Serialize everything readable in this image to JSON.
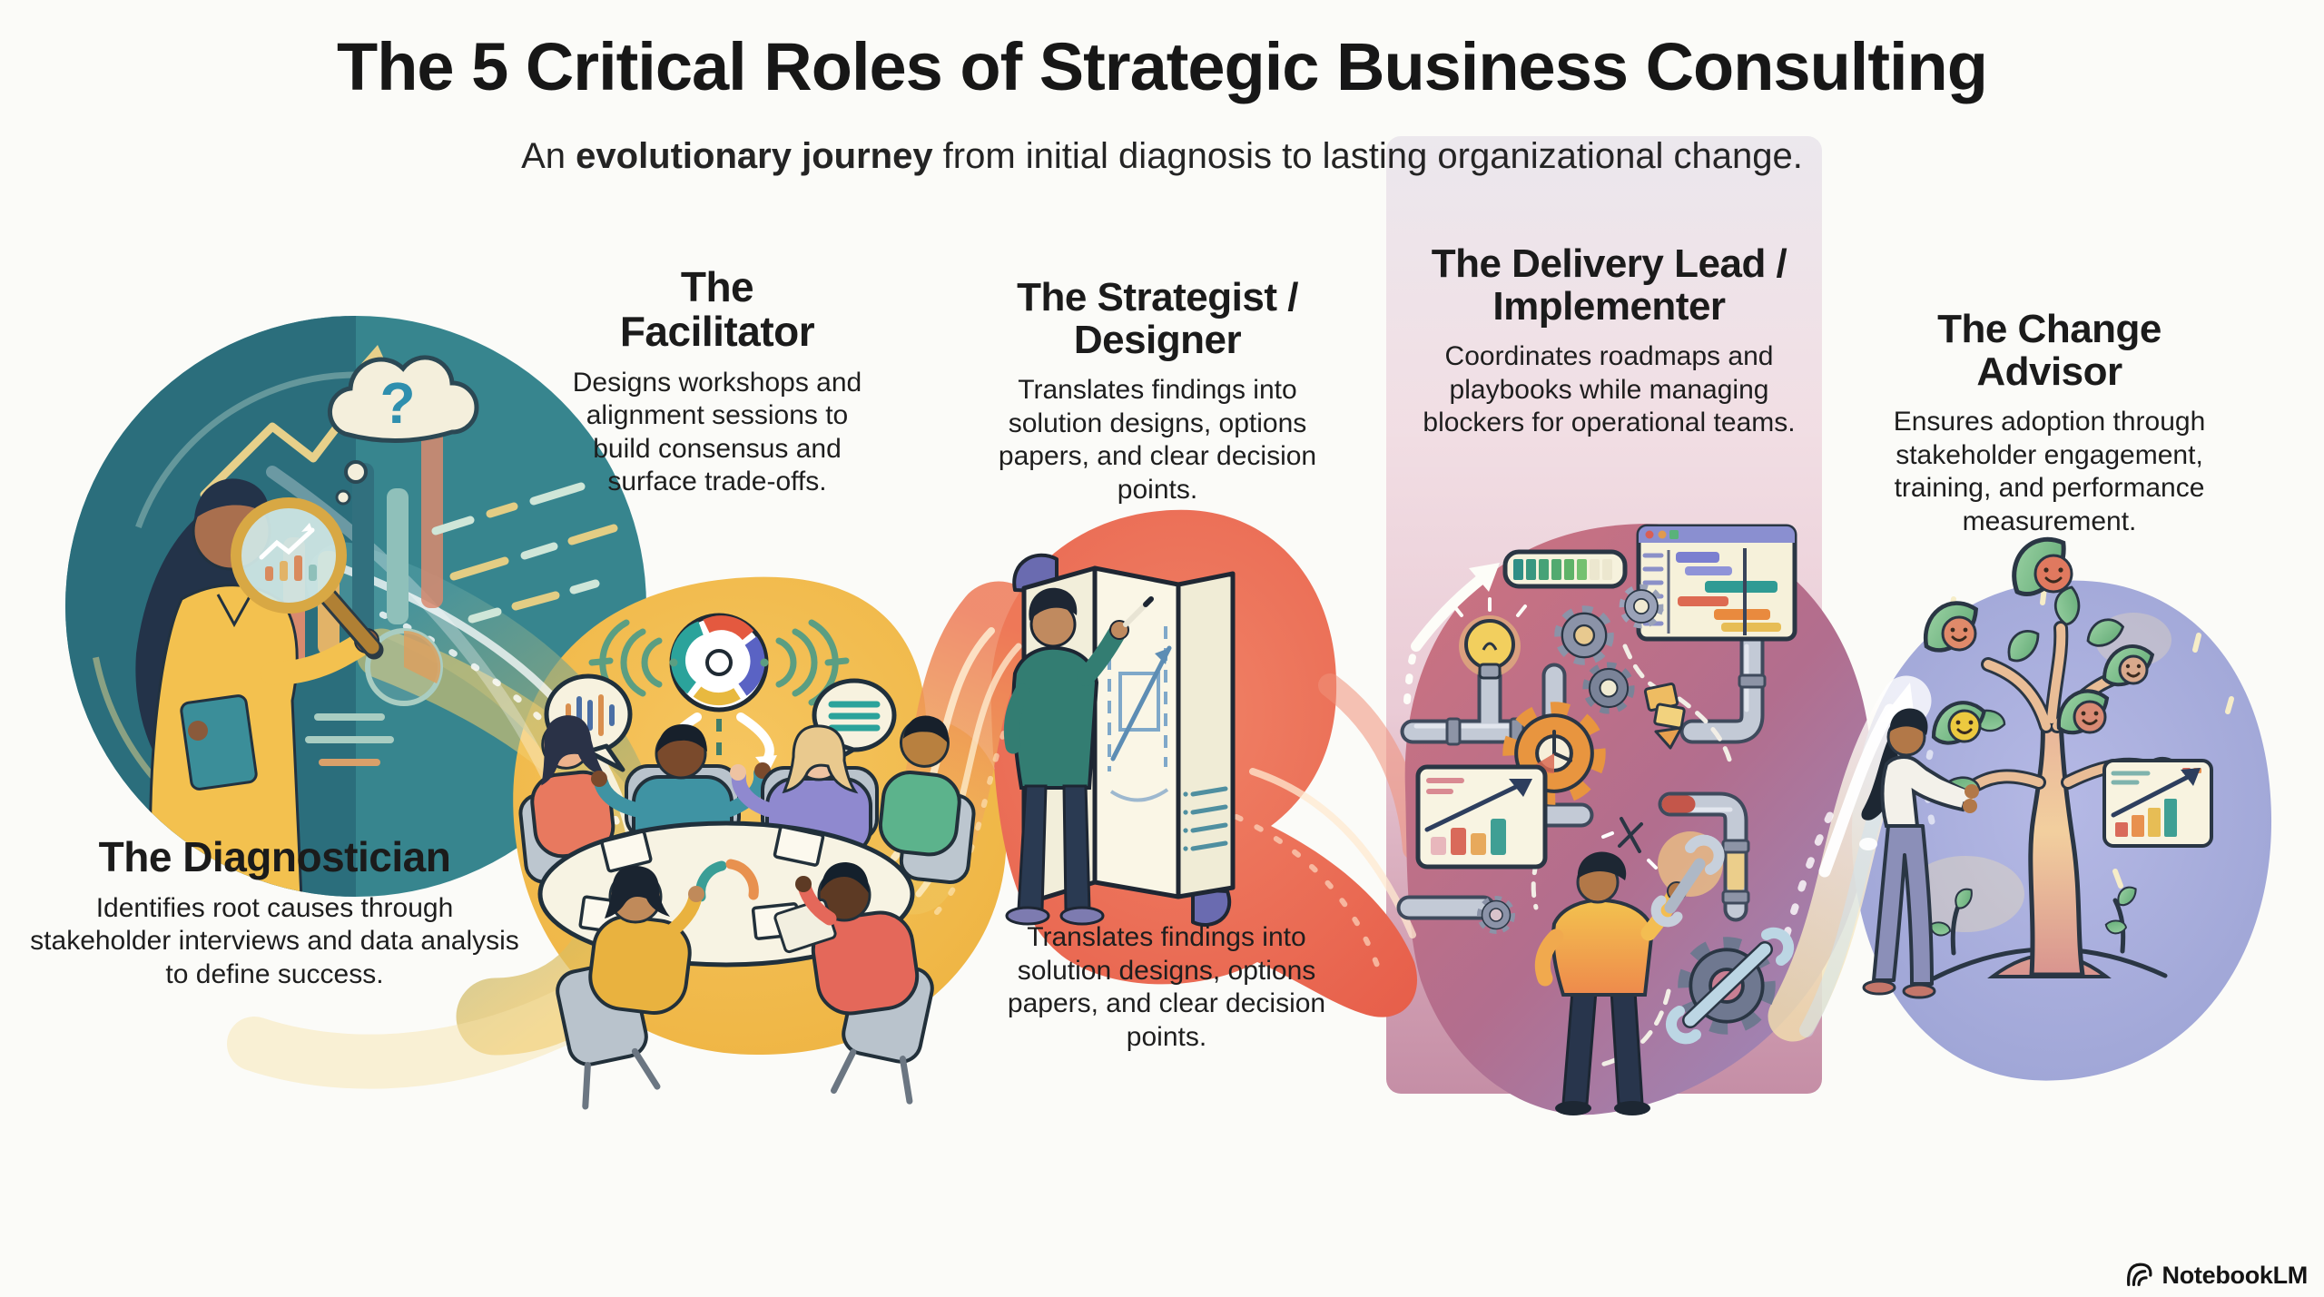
{
  "header": {
    "title": "The 5 Critical Roles of Strategic Business Consulting",
    "subtitle": {
      "prefix": "An ",
      "bold": "evolutionary journey",
      "suffix": " from initial diagnosis to lasting organizational change."
    }
  },
  "roles": [
    {
      "id": "diagnostician",
      "title": "The Diagnostician",
      "description": "Identifies root causes through stakeholder interviews and data analysis to define success.",
      "accent_color": "#2f7a86"
    },
    {
      "id": "facilitator",
      "title": "The Facilitator",
      "description": "Designs workshops and alignment sessions to build consensus and surface trade-offs.",
      "accent_color": "#f0b845"
    },
    {
      "id": "strategist-designer",
      "title": "The Strategist / Designer",
      "description": "Translates findings into solution designs, options papers, and clear decision points.",
      "caption": "Translates findings into solution designs, options papers, and clear decision points.",
      "accent_color": "#ea6a52"
    },
    {
      "id": "delivery-lead-implementer",
      "title": "The Delivery Lead / Implementer",
      "description": "Coordinates roadmaps and playbooks while managing blockers for operational teams.",
      "accent_color": "#bd7390"
    },
    {
      "id": "change-advisor",
      "title": "The Change Advisor",
      "description": "Ensures adoption through stakeholder engagement, training, and performance measurement.",
      "accent_color": "#a2a7da"
    }
  ],
  "icons": {
    "question_mark": "?",
    "watermark_logo": "notebooklm-spiral"
  },
  "footer": {
    "watermark": "NotebookLM"
  }
}
